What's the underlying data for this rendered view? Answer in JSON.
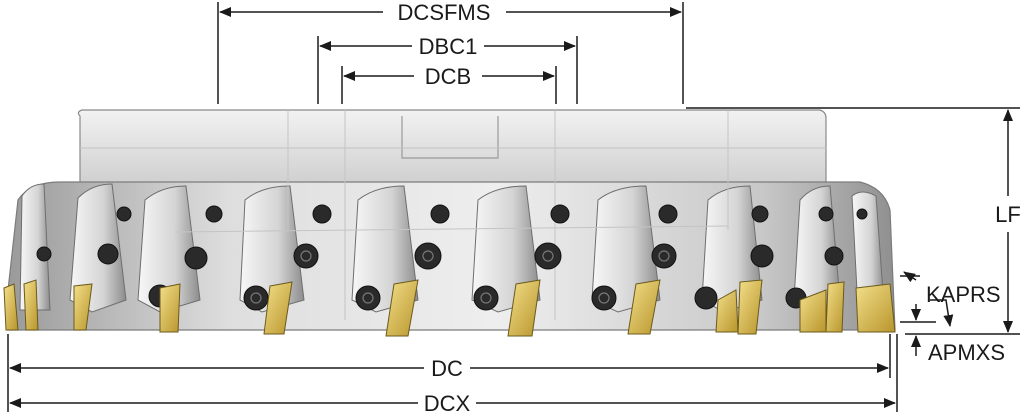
{
  "dimensions": {
    "dcsfms": "DCSFMS",
    "dbc1": "DBC1",
    "dcb": "DCB",
    "lf": "LF",
    "kaprs": "KAPRS",
    "apmxs": "APMXS",
    "dc": "DC",
    "dcx": "DCX"
  },
  "colors": {
    "body_light": "#dcdcdc",
    "body_shade": "#a9a9a9",
    "insert_gold": "#d9bf55",
    "screw": "#2a2a2a",
    "dim_line": "#1a1a1a"
  }
}
